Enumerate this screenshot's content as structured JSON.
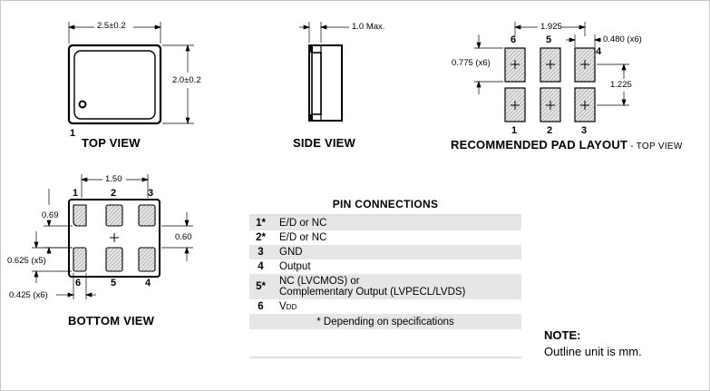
{
  "views": {
    "top_view": "TOP VIEW",
    "side_view": "SIDE VIEW",
    "pad_layout": "RECOMMENDED PAD LAYOUT",
    "pad_layout_suffix": " - TOP VIEW",
    "bottom_view": "BOTTOM VIEW"
  },
  "dimensions": {
    "top_width": "2.5±0.2",
    "top_height": "2.0±0.2",
    "side_height": "1.0 Max.",
    "pad_pitch_total": "1.925",
    "pad_width": "0.480 (x6)",
    "pad_height": "0.775 (x6)",
    "pad_row_gap": "1.225",
    "bottom_pitch": "1.50",
    "bottom_069": "0.69",
    "bottom_060": "0.60",
    "bottom_0625": "0.625 (x5)",
    "bottom_0425": "0.425 (x6)"
  },
  "pin_labels": {
    "top_view_pin": "1",
    "pad_top": [
      "6",
      "5",
      "4"
    ],
    "pad_bottom": [
      "1",
      "2",
      "3"
    ],
    "bottom_top": [
      "1",
      "2",
      "3"
    ],
    "bottom_bottom": [
      "6",
      "5",
      "4"
    ]
  },
  "pin_connections": {
    "heading": "PIN CONNECTIONS",
    "rows": [
      {
        "pin": "1*",
        "function": "E/D or NC",
        "shaded": true
      },
      {
        "pin": "2*",
        "function": "E/D or NC",
        "shaded": false
      },
      {
        "pin": "3",
        "function": "GND",
        "shaded": true
      },
      {
        "pin": "4",
        "function": "Output",
        "shaded": false
      },
      {
        "pin": "5*",
        "function_line1": "NC (LVCMOS) or",
        "function_line2": "Complementary Output (LVPECL/LVDS)",
        "shaded": true
      },
      {
        "pin": "6",
        "function_main": "V",
        "function_sub": "DD",
        "shaded": false
      }
    ],
    "footnote": "* Depending on specifications"
  },
  "note": {
    "heading": "NOTE:",
    "text": "Outline unit is mm."
  }
}
